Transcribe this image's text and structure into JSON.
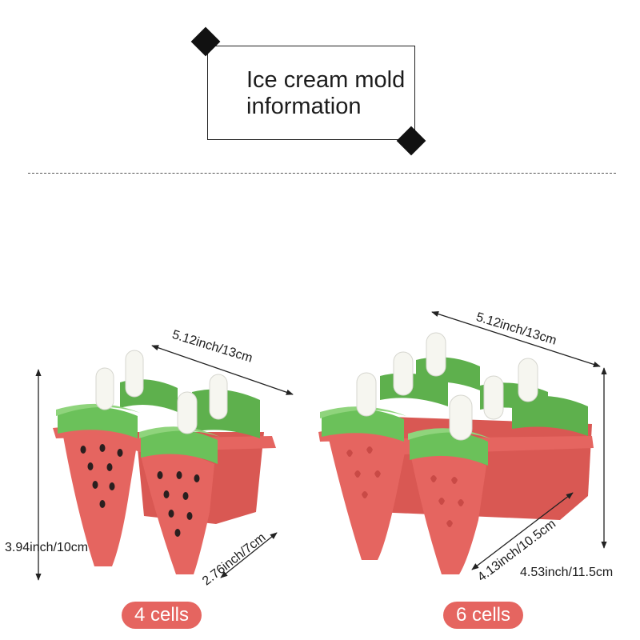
{
  "header": {
    "title_line1": "Ice cream mold",
    "title_line2": "information"
  },
  "colors": {
    "mold_red": "#e56560",
    "mold_red_dark": "#c94a46",
    "lid_green": "#6bc15a",
    "lid_green_light": "#8fd47c",
    "stick": "#f6f6f0",
    "seed": "#2a1f1f",
    "pill": "#e56560"
  },
  "left_product": {
    "width_label": "5.12inch/13cm",
    "height_label": "3.94inch/10cm",
    "depth_label": "2.76inch/7cm",
    "cells_label": "4 cells"
  },
  "right_product": {
    "width_label": "5.12inch/13cm",
    "height_label": "4.53inch/11.5cm",
    "depth_label": "4.13inch/10.5cm",
    "cells_label": "6 cells"
  }
}
